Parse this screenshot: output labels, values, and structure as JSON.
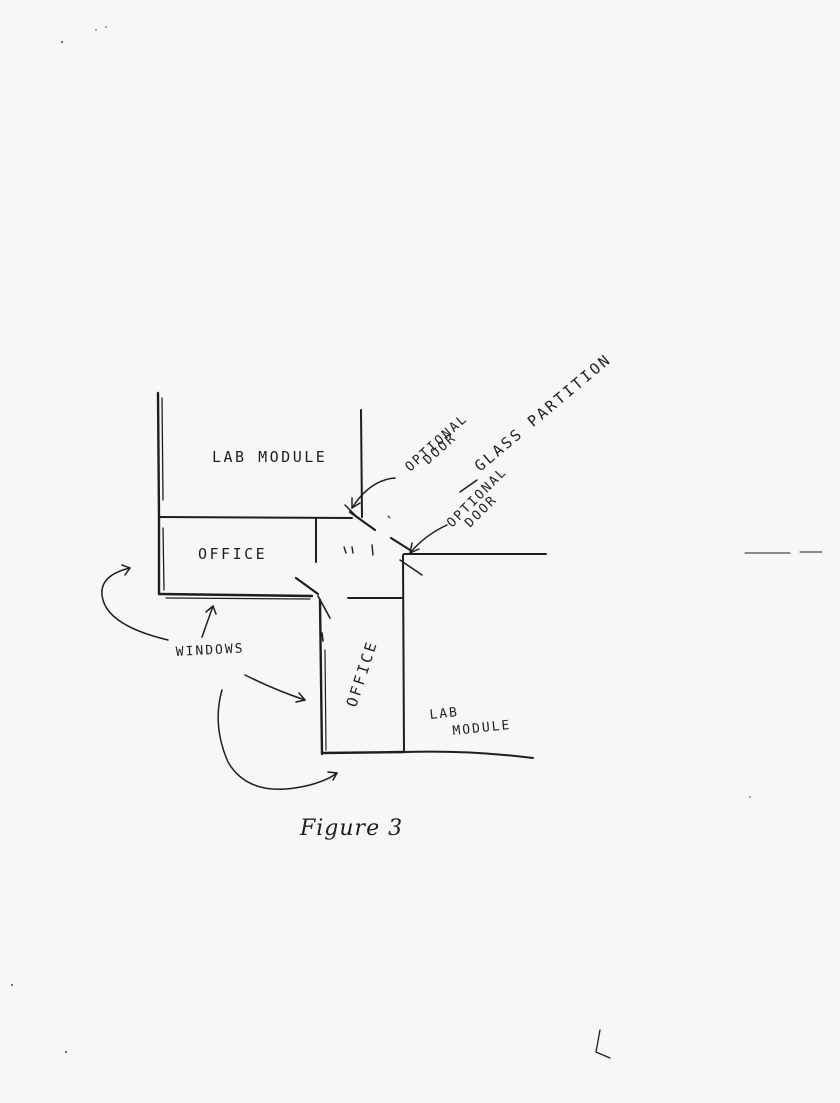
{
  "labels": {
    "lab_module_top": "LAB MODULE",
    "office_left": "OFFICE",
    "office_vertical": "OFFICE",
    "lab_module_bottom_1": "LAB",
    "lab_module_bottom_2": "MODULE",
    "optional_door_1_line1": "OPTIONAL",
    "optional_door_1_line2": "DOOR",
    "glass_partition": "GLASS PARTITION",
    "optional_door_2_line1": "OPTIONAL",
    "optional_door_2_line2": "DOOR",
    "windows": "WINDOWS"
  },
  "caption": "Figure 3"
}
